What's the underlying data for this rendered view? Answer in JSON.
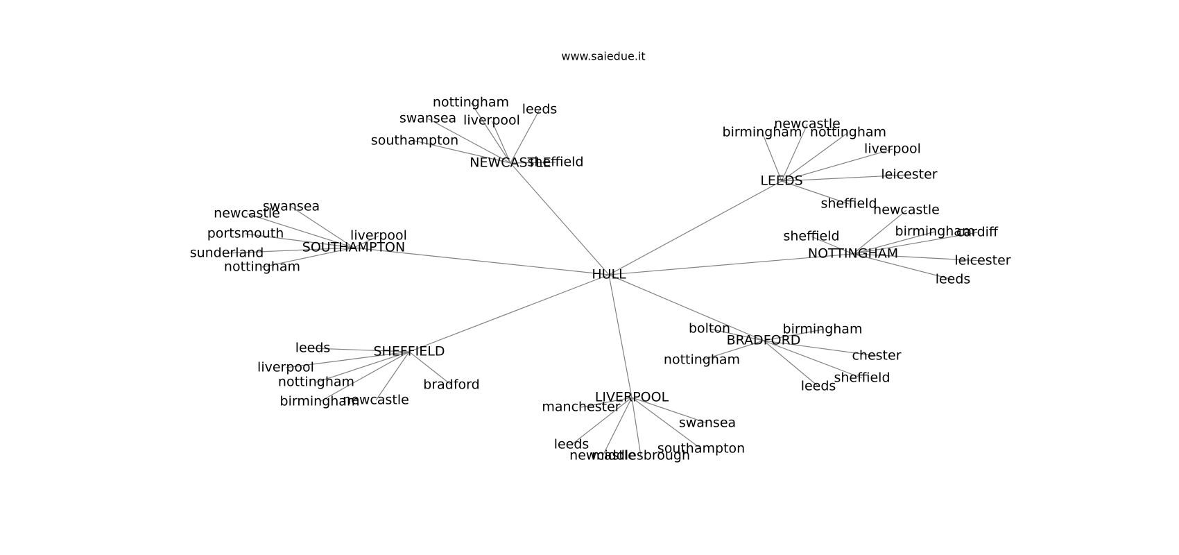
{
  "title": "www.saiedue.it",
  "hub": "HULL",
  "clusters": [
    {
      "name": "NEWCASTLE",
      "leaves": [
        "nottingham",
        "leeds",
        "swansea",
        "liverpool",
        "southampton",
        "sheffield"
      ]
    },
    {
      "name": "LEEDS",
      "leaves": [
        "newcastle",
        "birmingham",
        "nottingham",
        "liverpool",
        "leicester",
        "sheffield"
      ]
    },
    {
      "name": "SOUTHAMPTON",
      "leaves": [
        "swansea",
        "newcastle",
        "liverpool",
        "portsmouth",
        "sunderland",
        "nottingham"
      ]
    },
    {
      "name": "NOTTINGHAM",
      "leaves": [
        "newcastle",
        "sheffield",
        "birmingham",
        "cardiff",
        "leicester",
        "leeds"
      ]
    },
    {
      "name": "SHEFFIELD",
      "leaves": [
        "leeds",
        "liverpool",
        "nottingham",
        "bradford",
        "birmingham",
        "newcastle"
      ]
    },
    {
      "name": "BRADFORD",
      "leaves": [
        "bolton",
        "birmingham",
        "nottingham",
        "chester",
        "sheffield",
        "leeds"
      ]
    },
    {
      "name": "LIVERPOOL",
      "leaves": [
        "manchester",
        "swansea",
        "leeds",
        "southampton",
        "newcastle",
        "middlesbrough"
      ]
    }
  ]
}
